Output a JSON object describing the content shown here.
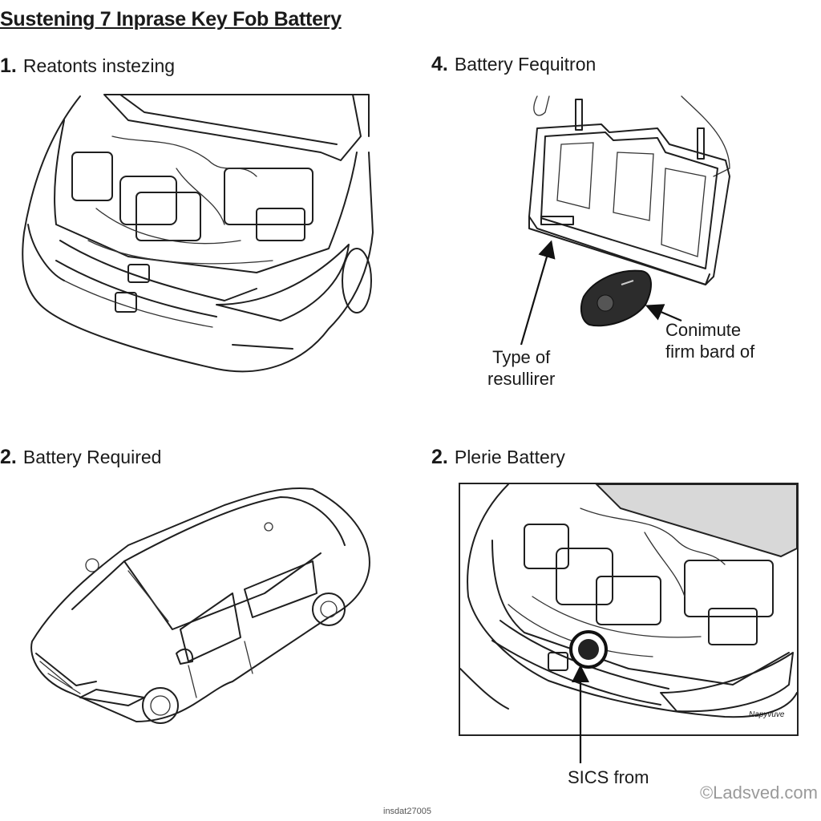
{
  "title": "Sustening 7 Inprase Key Fob Battery",
  "panels": {
    "top_left": {
      "number": "1.",
      "label": "Reatonts instezing"
    },
    "top_right": {
      "number": "4.",
      "label": "Battery Fequitron",
      "callout_left": [
        "Type of",
        "resullirer"
      ],
      "callout_right": [
        "Conimute",
        "firm bard of"
      ]
    },
    "bottom_left": {
      "number": "2.",
      "label": "Battery Required"
    },
    "bottom_right": {
      "number": "2.",
      "label": "Plerie Battery",
      "callout_bottom": "SICS from",
      "corner_tag": "Napyvuve"
    }
  },
  "watermark": "©Ladsved.com",
  "footer_code": "insdat27005"
}
